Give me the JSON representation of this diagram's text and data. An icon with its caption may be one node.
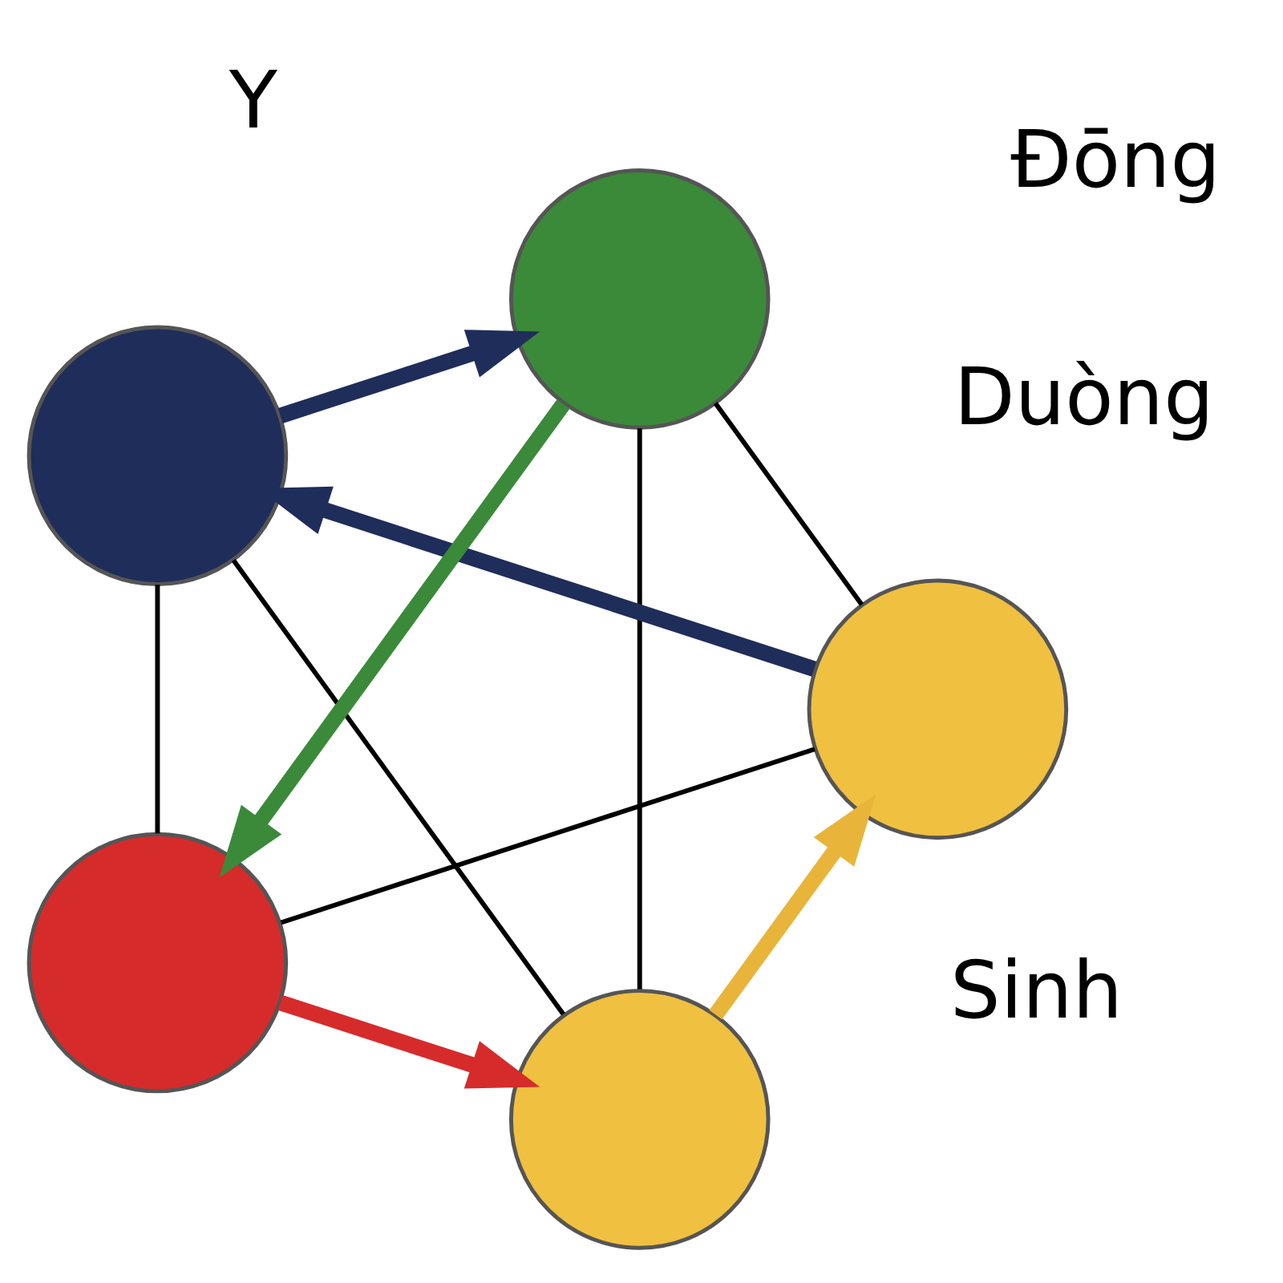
{
  "diagram": {
    "nodes": [
      {
        "text": [],
        "shape": "circle"
      },
      {
        "text": [],
        "shape": "circle"
      },
      {
        "text": [],
        "shape": "circle"
      },
      {
        "text": [],
        "shape": "circle"
      },
      {
        "text": [],
        "shape": "circle"
      }
    ],
    "edges": [
      {
        "from": 4,
        "to": 0,
        "arrow": "to",
        "style": "thick",
        "color": "#d62b2b"
      },
      {
        "from": 0,
        "to": 1,
        "arrow": "to",
        "style": "thick",
        "color": "#e8b53a"
      },
      {
        "from": 1,
        "to": 2,
        "arrow": "to",
        "style": "thick",
        "color": "#1f2d5a"
      },
      {
        "from": 2,
        "to": 3,
        "arrow": "to",
        "style": "thick",
        "color": "#1f2d5a"
      },
      {
        "from": 3,
        "to": 4,
        "arrow": "to",
        "style": "thick",
        "color": "#3a8a3a"
      },
      {
        "from": 0,
        "to": 2,
        "arrow": "none"
      },
      {
        "from": 0,
        "to": 3,
        "arrow": "none"
      },
      {
        "from": 4,
        "to": 1,
        "arrow": "none"
      },
      {
        "from": 4,
        "to": 2,
        "arrow": "none"
      },
      {
        "from": 1,
        "to": 3,
        "arrow": "none"
      }
    ],
    "labels": [
      "Duòng",
      "Sinh",
      "Đōng",
      "Y"
    ]
  }
}
